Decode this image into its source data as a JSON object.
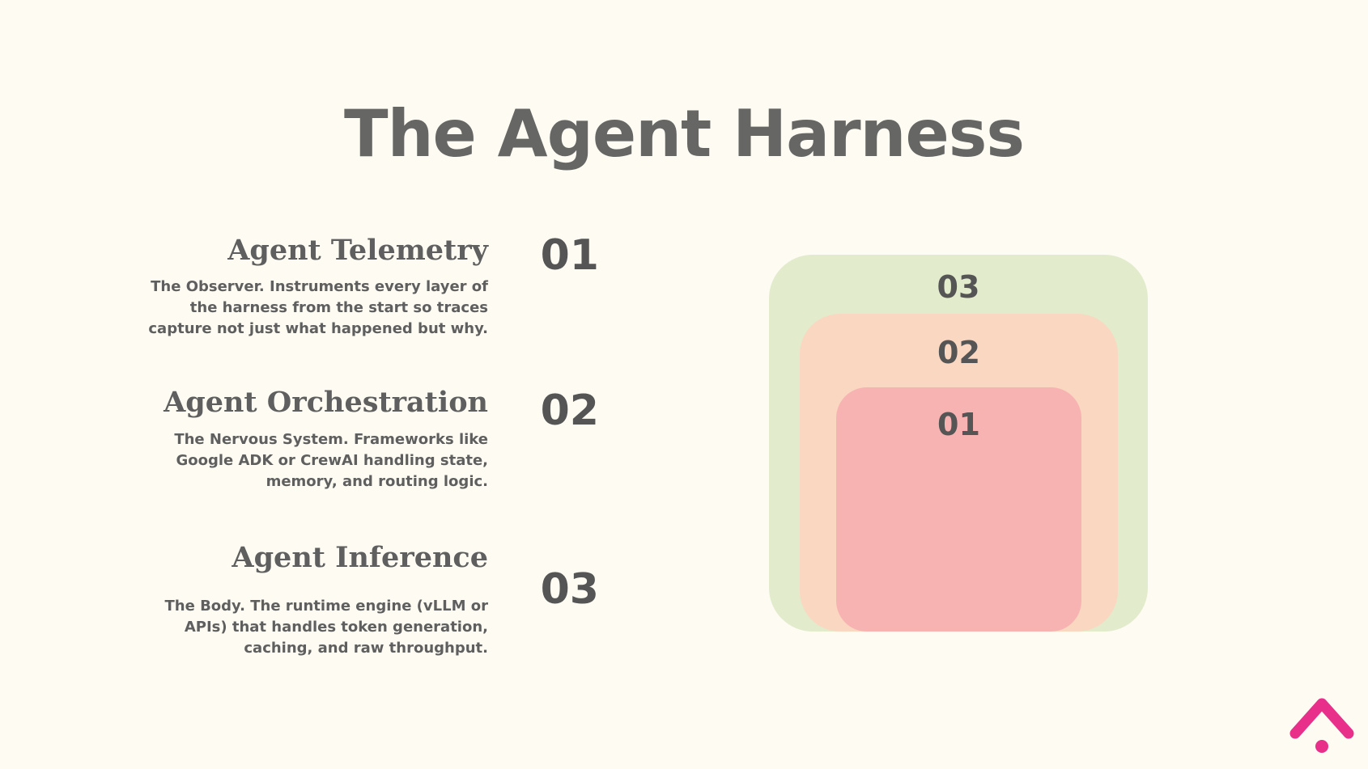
{
  "title": "The Agent Harness",
  "items": [
    {
      "heading": "Agent Telemetry",
      "number": "01",
      "description": "The Observer. Instruments every layer of the harness from the start so traces capture not just what happened but why."
    },
    {
      "heading": "Agent Orchestration",
      "number": "02",
      "description": "The Nervous System. Frameworks like Google ADK or CrewAI handling state, memory, and routing logic."
    },
    {
      "heading": "Agent Inference",
      "number": "03",
      "description": "The Body. The runtime engine (vLLM or APIs) that handles token generation, caching, and raw throughput."
    }
  ],
  "diagram": {
    "outer_label": "03",
    "middle_label": "02",
    "inner_label": "01",
    "colors": {
      "outer": "#e2ebcb",
      "middle": "#fad7c1",
      "inner": "#f7b3b1"
    }
  },
  "logo": {
    "icon": "upward-arrow-logo-icon",
    "color": "#e8308a"
  },
  "colors": {
    "background": "#fdfbf2",
    "text": "#5f5f5f"
  }
}
